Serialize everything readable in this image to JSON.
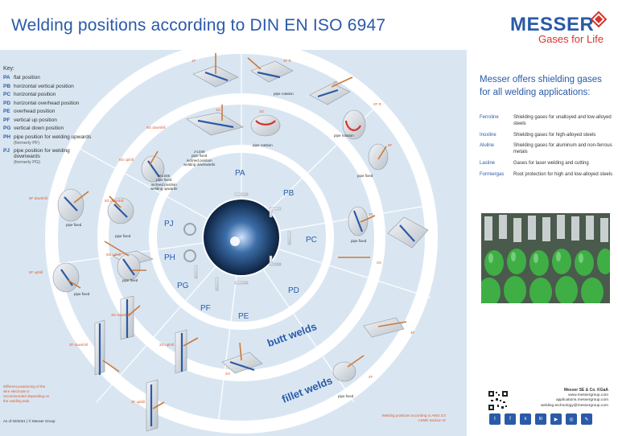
{
  "title": "Welding positions according to DIN EN ISO 6947",
  "logo": {
    "name": "MESSER",
    "tagline": "Gases for Life"
  },
  "key": {
    "title": "Key:",
    "items": [
      {
        "code": "PA",
        "desc": "flat position",
        "sub": ""
      },
      {
        "code": "PB",
        "desc": "horizontal vertical position",
        "sub": ""
      },
      {
        "code": "PC",
        "desc": "horizontal position",
        "sub": ""
      },
      {
        "code": "PD",
        "desc": "horizontal overhead position",
        "sub": ""
      },
      {
        "code": "PE",
        "desc": "overhead position",
        "sub": ""
      },
      {
        "code": "PF",
        "desc": "vertical up position",
        "sub": ""
      },
      {
        "code": "PG",
        "desc": "vertical down position",
        "sub": ""
      },
      {
        "code": "PH",
        "desc": "pipe position for welding upwards",
        "sub": "(formerly PF)"
      },
      {
        "code": "PJ",
        "desc": "pipe position for welding downwards",
        "sub": "(formerly PG)"
      }
    ]
  },
  "positions": [
    "PA",
    "PB",
    "PC",
    "PD",
    "PE",
    "PF",
    "PG",
    "PH",
    "PJ"
  ],
  "labels": {
    "1f": "1F",
    "1fr": "1F R",
    "2f": "2F",
    "2fr": "2F R",
    "1g_a": "1G",
    "1g_b": "1G",
    "pipe_rotation_a": "pipe rotation",
    "pipe_rotation_b": "pipe rotation",
    "pipe_rotation_c": "pipe rotation",
    "5f": "5F",
    "6g_downhill_a": "6G downhill",
    "6g_uphill": "6G uphill",
    "jl045": "J-L045\npipe fixed\ninclined position\nwelding downwards",
    "hl045": "H-L045\npipe fixed\ninclined position\nwelding upwards",
    "pipe_fixed_a": "pipe fixed",
    "pipe_fixed_b": "pipe fixed",
    "pipe_fixed_c": "pipe fixed",
    "pipe_fixed_d": "pipe fixed",
    "pipe_fixed_e": "pipe fixed",
    "pipe_fixed_f": "pipe fixed",
    "pipe_fixed_g": "pipe fixed",
    "pipe_fixed_h": "pipe fixed",
    "5f_downhill": "5F downhill",
    "5g_downhill": "5G downhill",
    "2g": "2G",
    "5g_uphill": "5G uphill",
    "5f_uphill": "5F uphill",
    "2g_b": "2G",
    "3g_downhill": "3G downhill",
    "4f": "4F",
    "3f_downhill": "3F downhill",
    "3g_uphill": "3G uphill",
    "4g": "4G",
    "4f_b": "4F",
    "3f_uphill": "3F uphill"
  },
  "butt_welds": "butt welds",
  "fillet_welds": "fillet welds",
  "note": "Different positioning of the wire electrode is recommended depending on the welding task.",
  "as_of": "As of 03/2021 | © Messer Group",
  "aws": "Welding positions according to AWS 3.0 ASME Section IX",
  "right": {
    "heading": "Messer offers shielding gases for all welding applications:",
    "gases": [
      {
        "name": "Ferroline",
        "desc": "Shielding gases for unalloyed and low-alloyed steels"
      },
      {
        "name": "Inoxline",
        "desc": "Shielding gases for high-alloyed steels"
      },
      {
        "name": "Aluline",
        "desc": "Shielding gases for aluminum and non-ferrous metals"
      },
      {
        "name": "Lasline",
        "desc": "Gases for laser welding and cutting"
      },
      {
        "name": "Formiergas",
        "desc": "Root protection for high and low-alloyed steels"
      }
    ]
  },
  "company": {
    "name": "Messer SE & Co. KGaA",
    "web": "www.messergroup.com",
    "apps": "applications.messergroup.com",
    "tech": "welding.technology@messergroup.com"
  },
  "social": [
    "twitter",
    "facebook",
    "xing",
    "linkedin",
    "youtube",
    "instagram",
    "blog"
  ],
  "colors": {
    "brand": "#2a5aa8",
    "accent": "#e05a2a",
    "panel": "#d9e6f2",
    "weld": "#2a5aa8"
  }
}
